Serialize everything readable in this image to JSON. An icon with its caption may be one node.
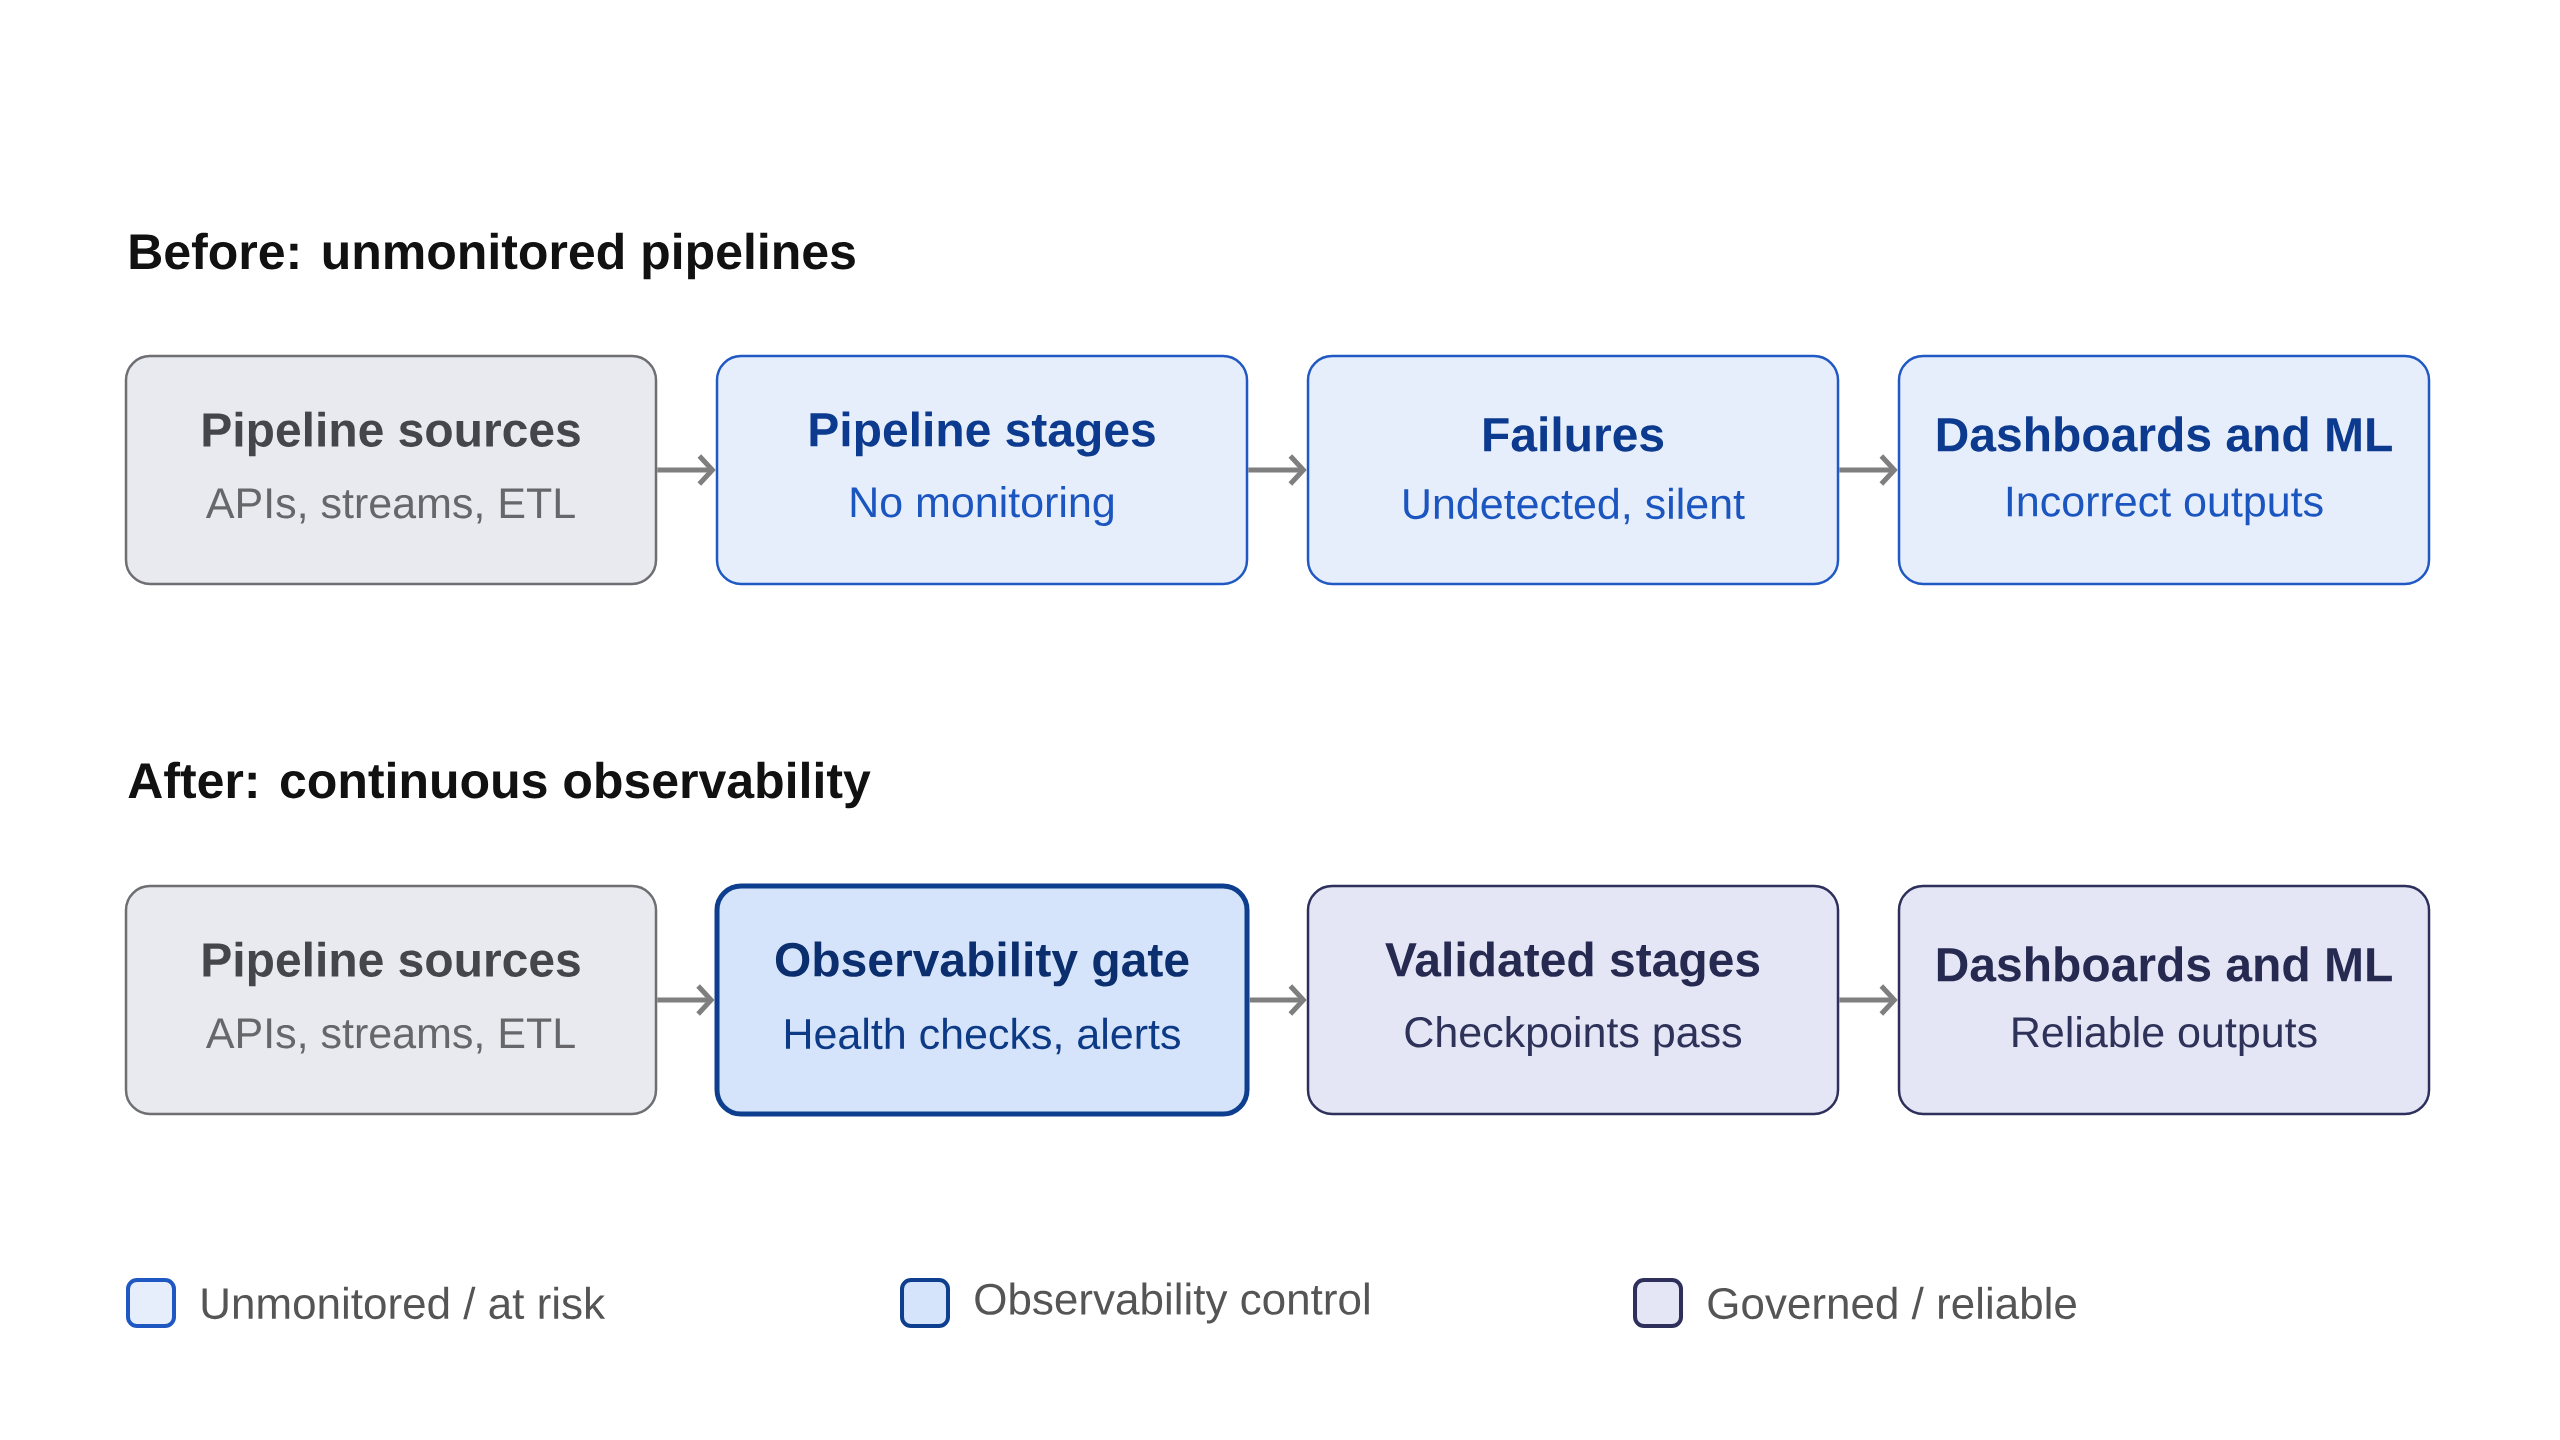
{
  "diagram": {
    "nodes": [
      {
        "text": [
          "Pipeline sources",
          "APIs, streams, ETL"
        ]
      },
      {
        "text": [
          "Pipeline stages",
          "No monitoring"
        ]
      },
      {
        "text": [
          "Failures",
          "Undetected, silent"
        ]
      },
      {
        "text": [
          "Dashboards and ML",
          "Incorrect outputs"
        ]
      },
      {
        "text": [
          "Pipeline sources",
          "APIs, streams, ETL"
        ]
      },
      {
        "text": [
          "Observability gate",
          "Health checks, alerts"
        ]
      },
      {
        "text": [
          "Validated stages",
          "Checkpoints pass"
        ]
      },
      {
        "text": [
          "Dashboards and ML",
          "Reliable outputs"
        ]
      }
    ],
    "edges": [
      {
        "from": 0,
        "to": 1,
        "arrow": "to"
      },
      {
        "from": 1,
        "to": 2,
        "arrow": "to"
      },
      {
        "from": 2,
        "to": 3,
        "arrow": "to"
      },
      {
        "from": 4,
        "to": 5,
        "arrow": "to"
      },
      {
        "from": 5,
        "to": 6,
        "arrow": "to"
      },
      {
        "from": 6,
        "to": 7,
        "arrow": "to"
      }
    ],
    "labels": [
      "Before: unmonitored pipelines",
      "After: continuous observability"
    ],
    "legend": [
      {
        "text": "Unmonitored / at risk",
        "color": "#e7eefb"
      },
      {
        "text": "Observability control",
        "color": "#d6e4fb"
      },
      {
        "text": "Governed / reliable",
        "color": "#e4e6f6"
      }
    ]
  }
}
